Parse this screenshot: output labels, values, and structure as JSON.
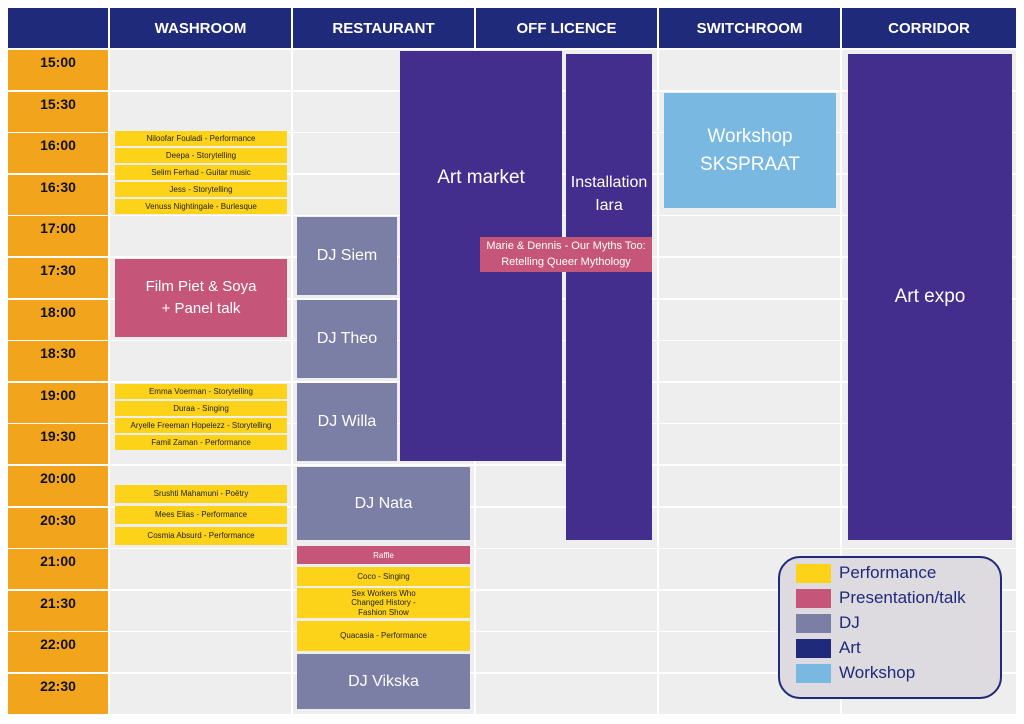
{
  "headers": [
    "WASHROOM",
    "RESTAURANT",
    "OFF LICENCE",
    "SWITCHROOM",
    "CORRIDOR"
  ],
  "times": [
    "15:00",
    "15:30",
    "16:00",
    "16:30",
    "17:00",
    "17:30",
    "18:00",
    "18:30",
    "19:00",
    "19:30",
    "20:00",
    "20:30",
    "21:00",
    "21:30",
    "22:00",
    "22:30"
  ],
  "washroom": {
    "block1": [
      "Niloofar Fouladi - Performance",
      "Deepa - Storytelling",
      "Selim Ferhad - Guitar music",
      "Jess - Storytelling",
      "Venuss Nightingale - Burlesque"
    ],
    "film": "Film Piet & Soya + Panel talk",
    "block2": [
      "Emma Voerman - Storytelling",
      "Duraa - Singing",
      "Aryelle Freeman Hopelezz - Storytelling",
      "Famil Zaman - Performance"
    ],
    "block3": [
      "Srushti Mahamuni - Poëtry",
      "Mees Elias - Performance",
      "Cosmia Absurd - Performance"
    ]
  },
  "restaurant": {
    "dj_siem": "DJ Siem",
    "dj_theo": "DJ Theo",
    "dj_willa": "DJ Willa",
    "dj_nata": "DJ Nata",
    "raffle": "Raffle",
    "coco": "Coco - Singing",
    "sexworkers": "Sex Workers Who Changed History - Fashion Show",
    "quacasia": "Quacasia - Performance",
    "dj_vikska": "DJ Vikska"
  },
  "art_market": "Art market",
  "installation": "Installation Iara",
  "myths_talk": "Marie & Dennis - Our Myths Too: Retelling Queer Mythology",
  "workshop": "Workshop SKSPRAAT",
  "art_expo": "Art expo",
  "legend": [
    {
      "label": "Performance",
      "color": "#fdd319"
    },
    {
      "label": "Presentation/talk",
      "color": "#c6557a"
    },
    {
      "label": "DJ",
      "color": "#7b7fa5"
    },
    {
      "label": "Art",
      "color": "#1f2a7a"
    },
    {
      "label": "Workshop",
      "color": "#79b8e0"
    }
  ]
}
